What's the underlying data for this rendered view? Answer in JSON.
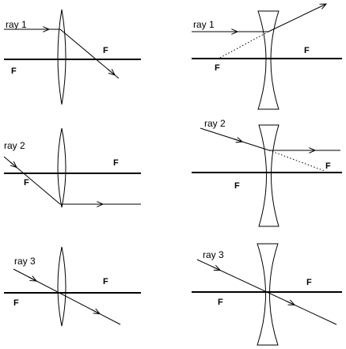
{
  "colors": {
    "ink": "#000000",
    "background": "#ffffff"
  },
  "panels": [
    {
      "id": "convex-ray-1",
      "lens": "converging",
      "ray": "ray 1",
      "focus_left": "F",
      "focus_right": "F"
    },
    {
      "id": "concave-ray-1",
      "lens": "diverging",
      "ray": "ray 1",
      "focus_left": "F",
      "focus_right": "F"
    },
    {
      "id": "convex-ray-2",
      "lens": "converging",
      "ray": "ray 2",
      "focus_left": "F",
      "focus_right": "F"
    },
    {
      "id": "concave-ray-2",
      "lens": "diverging",
      "ray": "ray 2",
      "focus_left": "F",
      "focus_right": "F"
    },
    {
      "id": "convex-ray-3",
      "lens": "converging",
      "ray": "ray 3",
      "focus_left": "F",
      "focus_right": "F"
    },
    {
      "id": "concave-ray-3",
      "lens": "diverging",
      "ray": "ray 3",
      "focus_left": "F",
      "focus_right": "F"
    }
  ]
}
